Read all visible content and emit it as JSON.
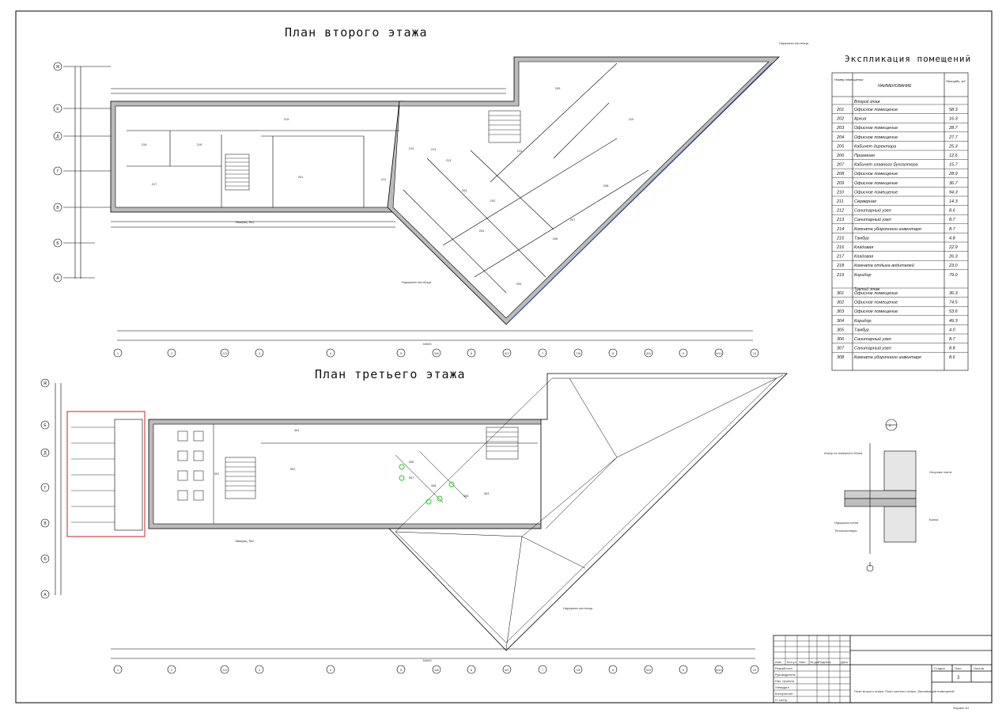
{
  "plans": {
    "second_floor_title": "План второго этажа",
    "third_floor_title": "План третьего этажа"
  },
  "grid_axes": {
    "rows_second": [
      "Ж",
      "Е",
      "Д",
      "Г",
      "В",
      "Б",
      "А"
    ],
    "rows_third": [
      "Ж",
      "Е",
      "Д",
      "Г",
      "В",
      "Б",
      "А"
    ],
    "cols_second": [
      "1",
      "2",
      "2/3",
      "3",
      "4",
      "5",
      "5/6",
      "6",
      "6/7",
      "7",
      "7/8",
      "8",
      "8/9",
      "9",
      "9/10",
      "10"
    ],
    "cols_third": [
      "1",
      "2",
      "2/3",
      "3",
      "4",
      "5",
      "5/6",
      "6",
      "6/7",
      "7",
      "7/8",
      "8",
      "8/9",
      "9",
      "9/10",
      "10"
    ],
    "total_dim": "54000"
  },
  "room_labels_second": [
    "201",
    "202",
    "203",
    "204",
    "205",
    "206",
    "207",
    "208",
    "209",
    "210",
    "211",
    "212",
    "213",
    "214",
    "215",
    "216",
    "217",
    "218",
    "219"
  ],
  "room_labels_third": [
    "301",
    "302",
    "303",
    "304",
    "305",
    "306",
    "307",
    "308"
  ],
  "annotations": {
    "stair_1": "Эвакуац. №1",
    "stair_2": "Эвакуац. №2",
    "parapet_top": "Наружная лестница",
    "parapet_bottom": "Наружная лестница",
    "roof_note": "Наружная лестница"
  },
  "explication": {
    "title": "Экспликация помещений",
    "col_num": "Номер поме-щения",
    "col_name": "НАИМЕНОВАНИЕ",
    "col_area": "Площадь, м2",
    "section_2": "Второй этаж",
    "section_3": "Третий этаж",
    "rows": [
      {
        "num": "201",
        "name": "Офисное помещение",
        "area": "58.3"
      },
      {
        "num": "202",
        "name": "Архив",
        "area": "16.3"
      },
      {
        "num": "203",
        "name": "Офисное помещение",
        "area": "28.7"
      },
      {
        "num": "204",
        "name": "Офисное помещение",
        "area": "27.7"
      },
      {
        "num": "205",
        "name": "Кабинет директора",
        "area": "25.3"
      },
      {
        "num": "206",
        "name": "Приемная",
        "area": "12.6"
      },
      {
        "num": "207",
        "name": "Кабинет главного бухгалтера",
        "area": "15.7"
      },
      {
        "num": "208",
        "name": "Офисное помещение",
        "area": "28.9"
      },
      {
        "num": "209",
        "name": "Офисное помещение",
        "area": "36.7"
      },
      {
        "num": "210",
        "name": "Офисное помещение",
        "area": "94.3"
      },
      {
        "num": "211",
        "name": "Серверная",
        "area": "14.3"
      },
      {
        "num": "212",
        "name": "Санитарный узел",
        "area": "8.6"
      },
      {
        "num": "213",
        "name": "Санитарный узел",
        "area": "8.7"
      },
      {
        "num": "214",
        "name": "Комната уборочного инвентаря",
        "area": "8.7"
      },
      {
        "num": "215",
        "name": "Тамбур",
        "area": "4.8"
      },
      {
        "num": "216",
        "name": "Кладовая",
        "area": "22.9"
      },
      {
        "num": "217",
        "name": "Кладовая",
        "area": "26.3"
      },
      {
        "num": "218",
        "name": "Комната отдыха водителей",
        "area": "23.0"
      },
      {
        "num": "219",
        "name": "Коридор",
        "area": "79.0"
      }
    ],
    "rows3": [
      {
        "num": "301",
        "name": "Офисное помещение",
        "area": "36.3"
      },
      {
        "num": "302",
        "name": "Офисное помещение",
        "area": "74.5"
      },
      {
        "num": "303",
        "name": "Офисное помещение",
        "area": "53.6"
      },
      {
        "num": "304",
        "name": "Коридор",
        "area": "49.3"
      },
      {
        "num": "305",
        "name": "Тамбур",
        "area": "4.0"
      },
      {
        "num": "306",
        "name": "Санитарный узел",
        "area": "8.7"
      },
      {
        "num": "307",
        "name": "Санитарный узел",
        "area": "8.8"
      },
      {
        "num": "308",
        "name": "Комната уборочного инвентаря",
        "area": "8.6"
      }
    ]
  },
  "detail": {
    "label": "В",
    "note1": "Анкер из анкерного блока",
    "note2": "Опорная плита",
    "note3": "Балка",
    "note4": "Наружная стена",
    "note5": "Теплоизоляция"
  },
  "title_block": {
    "headers": [
      "Изм.",
      "Кол.уч",
      "Лист",
      "№ док",
      "Подпись",
      "Дата"
    ],
    "roles": [
      "Разработал",
      "Руководитель",
      "Нач. проекта",
      "Утвердил",
      "Консультант",
      "Н. контр."
    ],
    "stage": "Стадия",
    "sheet": "Лист",
    "sheets": "Листов",
    "sheet_num": "3",
    "description": "План второго этажа. План третьего этажа. Экспликация помещений",
    "format": "Формат А1"
  }
}
